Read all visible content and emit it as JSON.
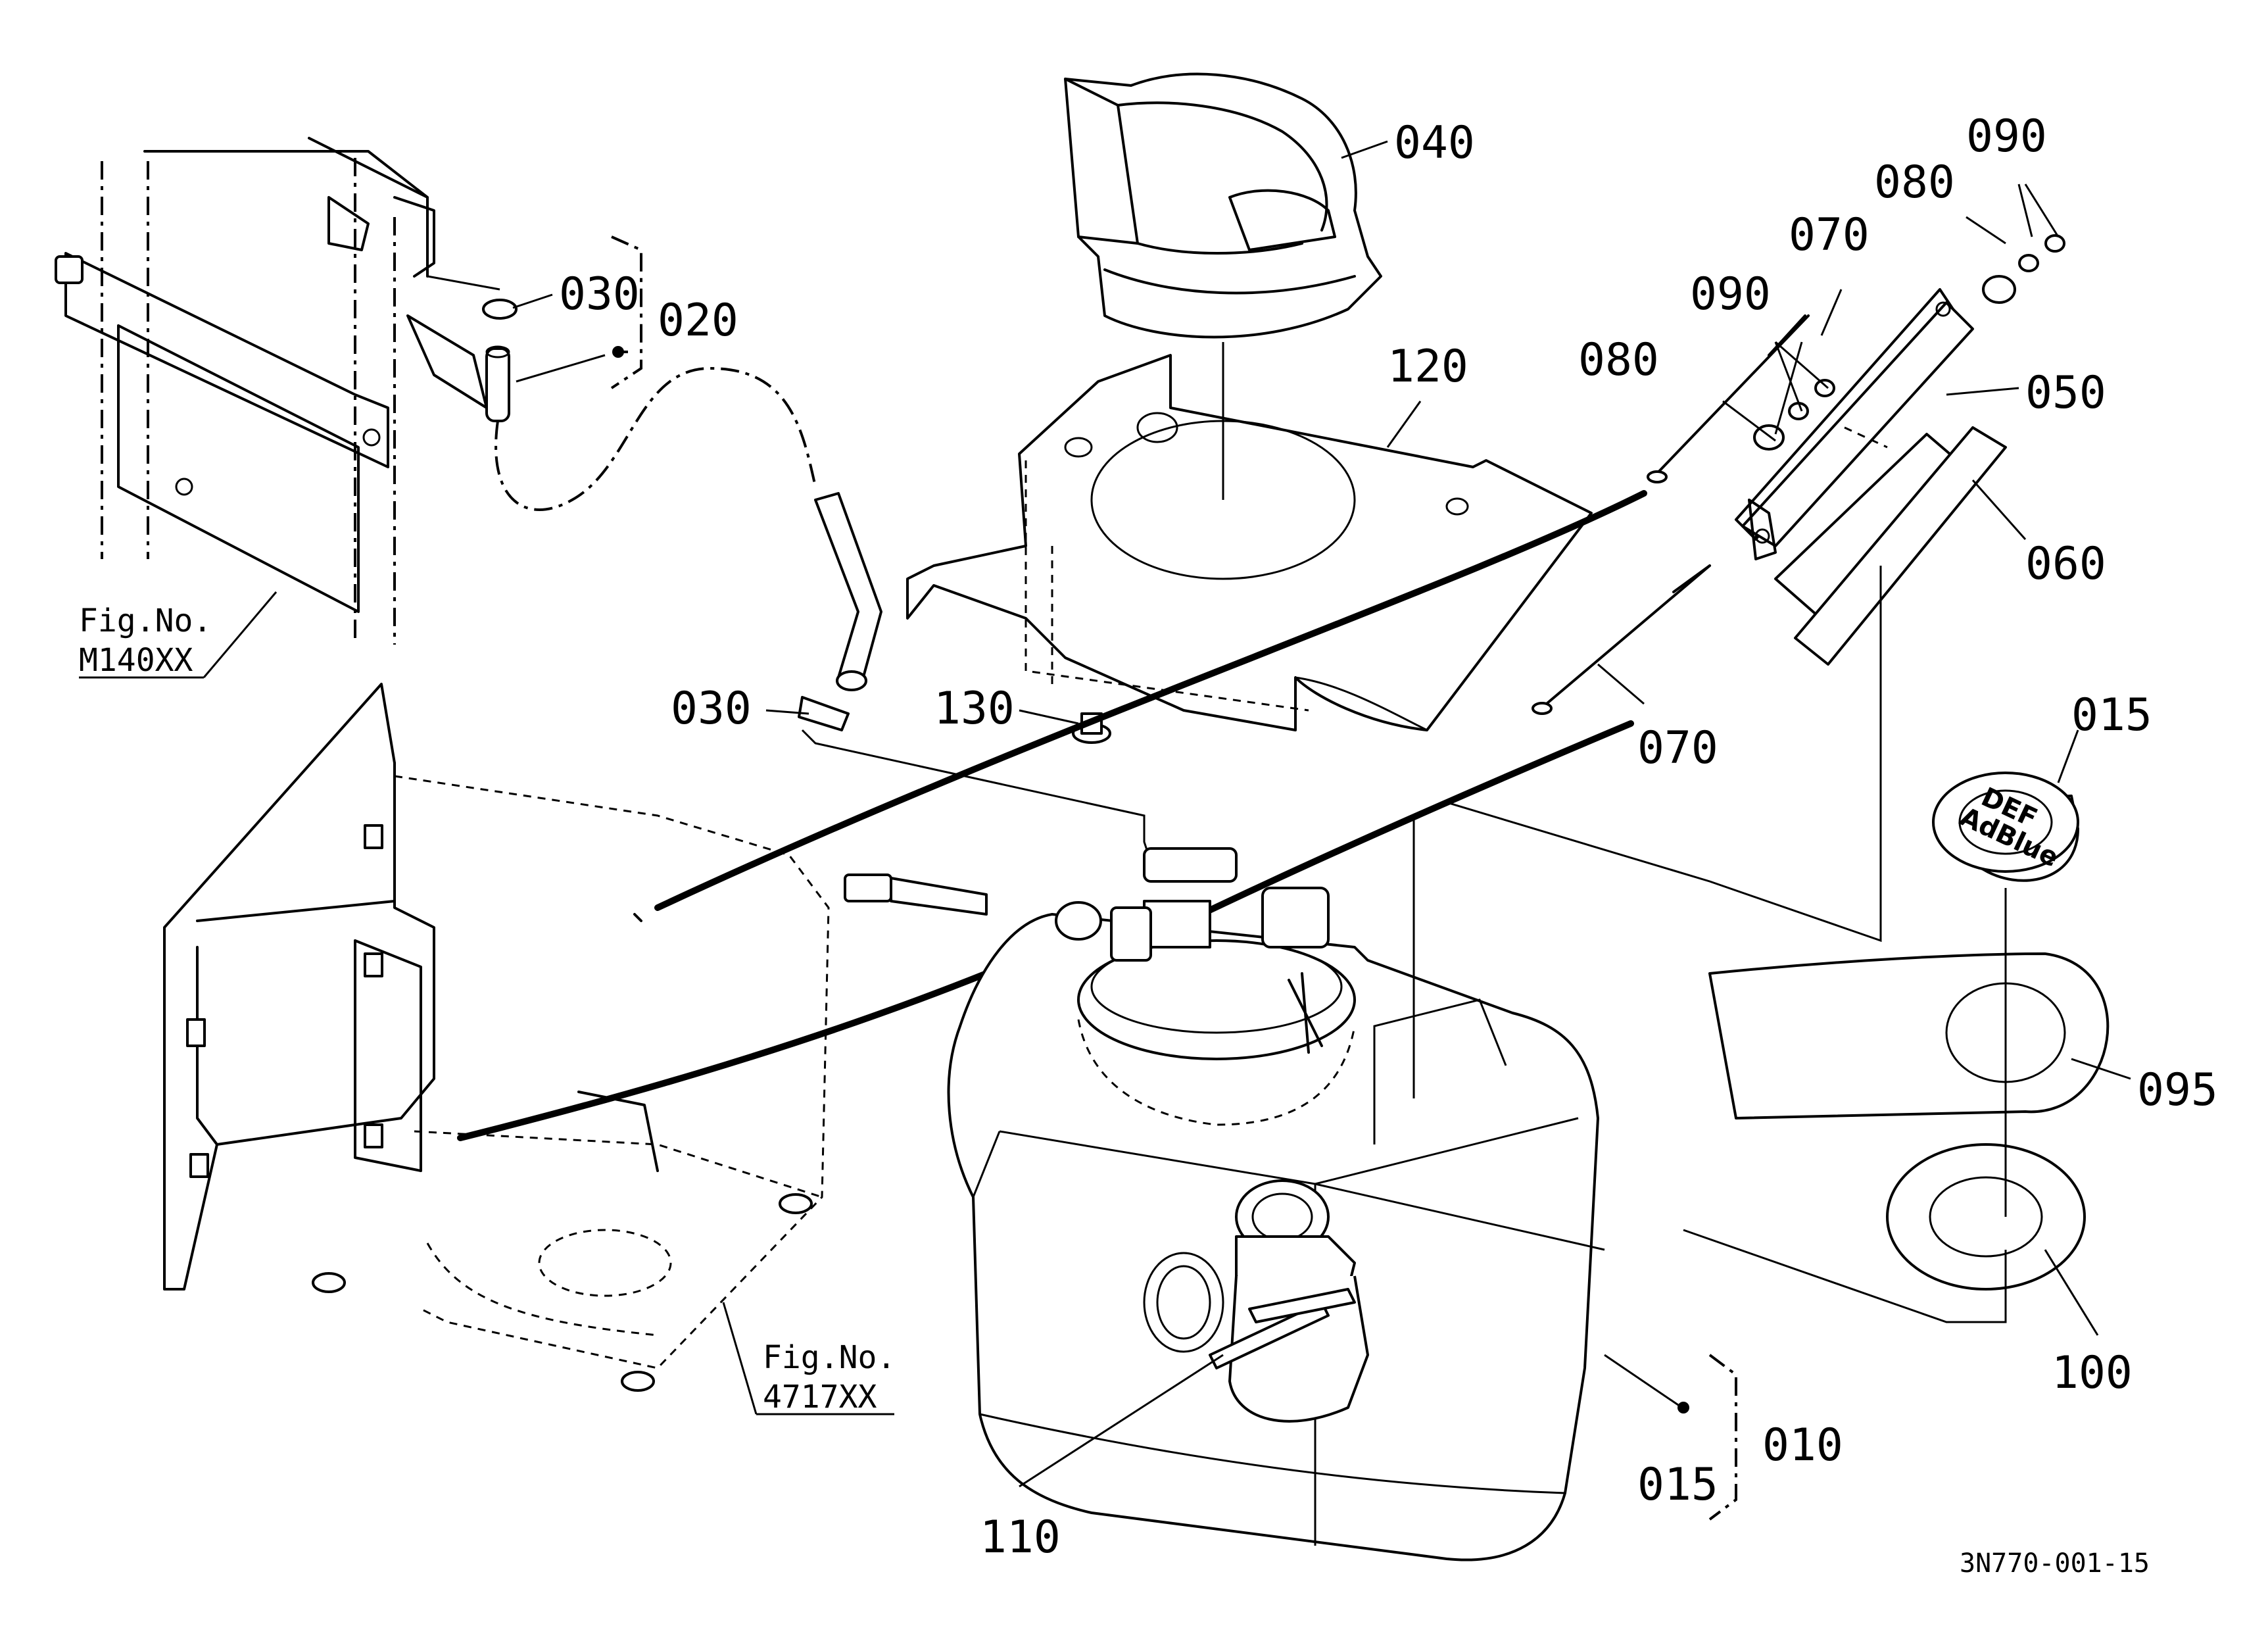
{
  "parts": {
    "p040": "040",
    "p090_top": "090",
    "p080_top": "080",
    "p070_top": "070",
    "p090_mid": "090",
    "p080_mid": "080",
    "p050": "050",
    "p120": "120",
    "p030_top": "030",
    "p020": "020",
    "p060": "060",
    "p030_mid": "030",
    "p130": "130",
    "p070_low": "070",
    "p015_cap": "015",
    "p095": "095",
    "p100": "100",
    "p110": "110",
    "p015_tank": "015",
    "p010": "010"
  },
  "fig_refs": {
    "m140": {
      "title": "Fig.No.",
      "number": "M140XX"
    },
    "f4717": {
      "title": "Fig.No.",
      "number": "4717XX"
    }
  },
  "cap_logo": {
    "line1": "DEF",
    "line2": "AdBlue"
  },
  "doc_id": "3N770-001-15"
}
